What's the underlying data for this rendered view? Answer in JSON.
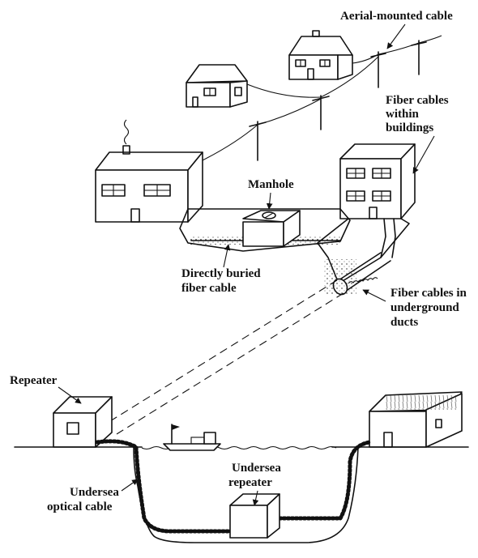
{
  "labels": {
    "aerial_cable": "Aerial-mounted cable",
    "fiber_in_buildings": [
      "Fiber cables",
      "within",
      "buildings"
    ],
    "manhole": "Manhole",
    "directly_buried": [
      "Directly buried",
      "fiber cable"
    ],
    "underground_ducts": [
      "Fiber cables in",
      "underground",
      "ducts"
    ],
    "repeater": "Repeater",
    "undersea_repeater": [
      "Undersea",
      "repeater"
    ],
    "undersea_cable": [
      "Undersea",
      "optical cable"
    ]
  }
}
